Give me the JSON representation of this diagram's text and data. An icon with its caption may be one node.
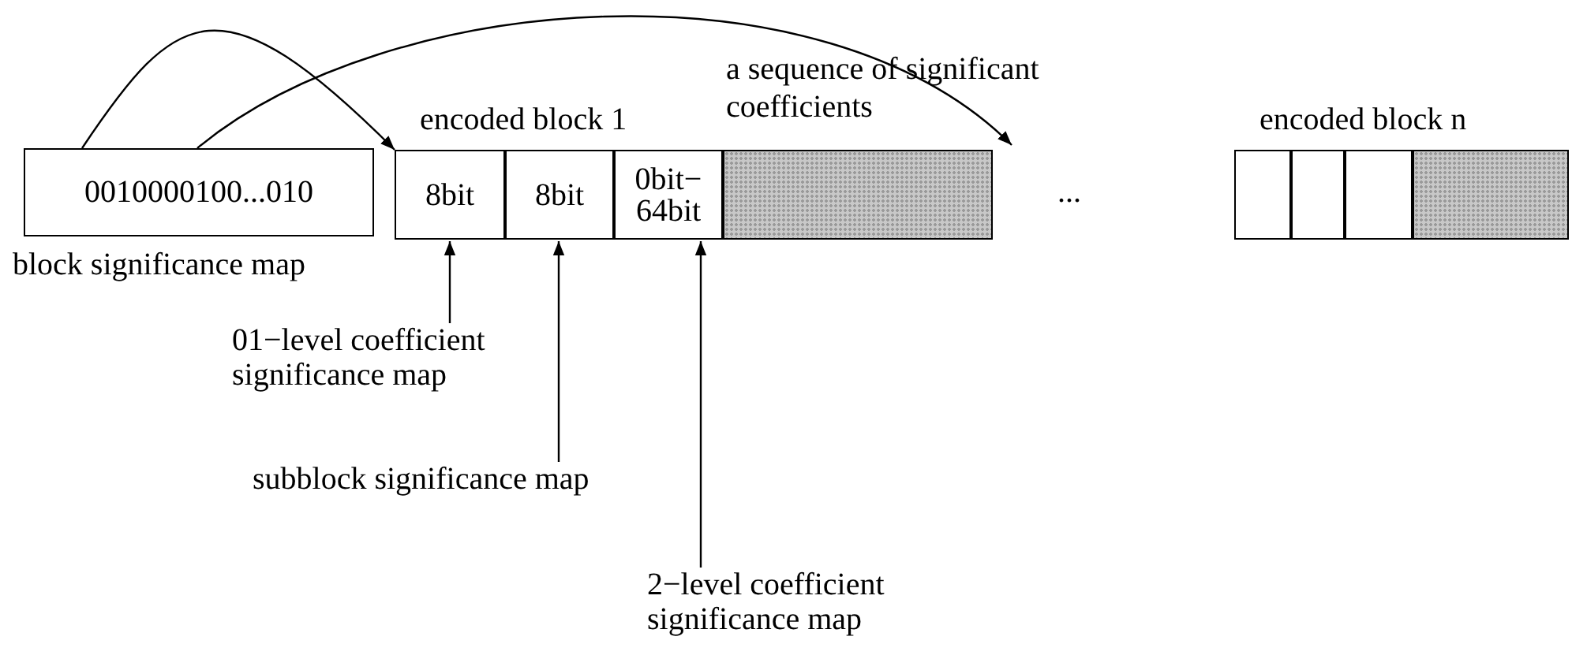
{
  "diagram": {
    "nodes": [
      {
        "text": [
          "0010000100...010"
        ],
        "beside": [
          "block significance map"
        ]
      },
      {
        "text": [
          "encoded block 1"
        ]
      },
      {
        "text": [
          "8bit"
        ],
        "in": 1
      },
      {
        "text": [
          "8bit"
        ],
        "in": 1
      },
      {
        "text": [
          "0bit− 64bit"
        ],
        "in": 1
      },
      {
        "text": [],
        "shape": "bar",
        "in": 1,
        "beside": [
          "a sequence of significant coefficients"
        ]
      },
      {
        "text": [
          "encoded block n"
        ]
      },
      {
        "text": [],
        "shape": "box",
        "in": 6
      },
      {
        "text": [],
        "shape": "box",
        "in": 6
      },
      {
        "text": [],
        "shape": "box",
        "in": 6
      },
      {
        "text": [],
        "shape": "bar",
        "in": 6
      },
      {
        "text": [
          "01−level coefficient significance map"
        ]
      },
      {
        "text": [
          "subblock significance map"
        ]
      },
      {
        "text": [
          "2−level coefficient significance map"
        ]
      }
    ],
    "edges": [
      {
        "from": 0,
        "to": 1,
        "arrow": "to"
      },
      {
        "from": 0,
        "to": 5,
        "arrow": "to"
      },
      {
        "from": 11,
        "to": 2,
        "arrow": "to"
      },
      {
        "from": 12,
        "to": 3,
        "arrow": "to"
      },
      {
        "from": 13,
        "to": 4,
        "arrow": "to"
      }
    ],
    "labels": [
      "..."
    ]
  }
}
